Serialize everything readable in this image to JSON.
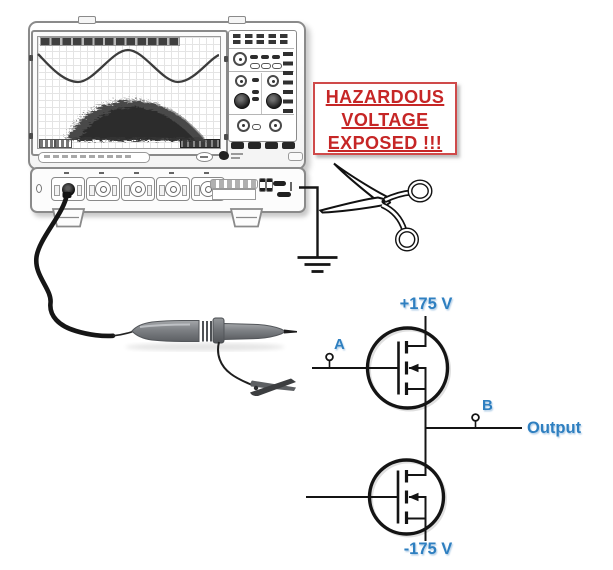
{
  "warning": {
    "lines": [
      "HAZARDOUS",
      "VOLTAGE",
      "EXPOSED !!!"
    ]
  },
  "circuit": {
    "positive_rail": "+175 V",
    "negative_rail": "-175 V",
    "node_a_label": "A",
    "node_b_label": "B",
    "output_label": "Output"
  },
  "colors": {
    "circuit_label_blue": "#2e7fc0",
    "warning_red": "#c62626",
    "warning_border_red": "#cf4a4a",
    "wire_black": "#141414",
    "scope_outline_gray": "#8a8a8a",
    "probe_gray": "#7d8084"
  },
  "icons": {
    "scissors": "scissors-icon",
    "earth_ground": "earth-ground-symbol",
    "oscilloscope": "oscilloscope-illustration",
    "probe": "voltage-probe",
    "alligator_clip": "alligator-clip-icon"
  }
}
